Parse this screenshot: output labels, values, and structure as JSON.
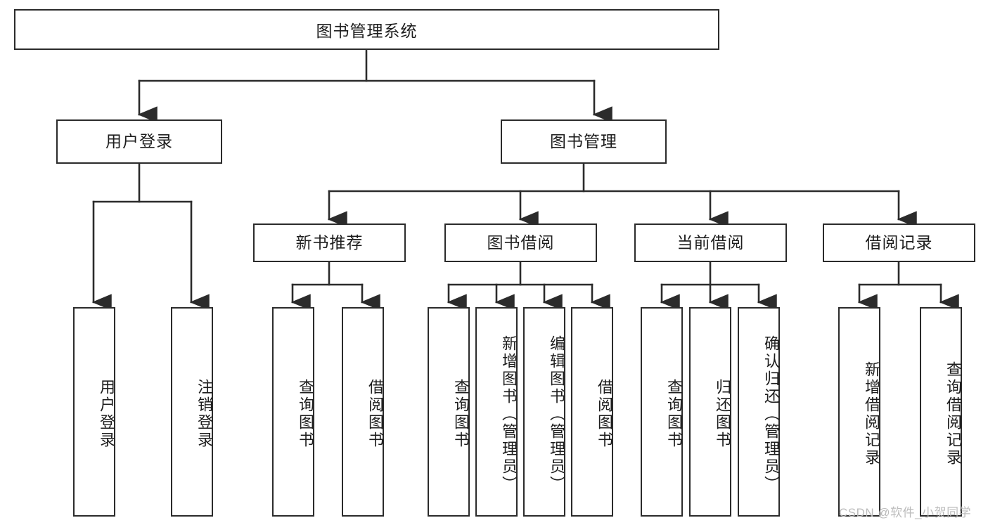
{
  "diagram": {
    "type": "tree",
    "title": "图书管理系统",
    "root": {
      "label": "图书管理系统"
    },
    "level1": [
      {
        "label": "用户登录"
      },
      {
        "label": "图书管理"
      }
    ],
    "level2": [
      {
        "label": "新书推荐"
      },
      {
        "label": "图书借阅"
      },
      {
        "label": "当前借阅"
      },
      {
        "label": "借阅记录"
      }
    ],
    "leaves": {
      "user_login": [
        {
          "label": "用户登录"
        },
        {
          "label": "注销登录"
        }
      ],
      "new_book_recommend": [
        {
          "label": "查询图书"
        },
        {
          "label": "借阅图书"
        }
      ],
      "book_borrow": [
        {
          "label": "查询图书"
        },
        {
          "label": "新增图书（管理员）"
        },
        {
          "label": "编辑图书（管理员）"
        },
        {
          "label": "借阅图书"
        }
      ],
      "current_borrow": [
        {
          "label": "查询图书"
        },
        {
          "label": "归还图书"
        },
        {
          "label": "确认归还（管理员）"
        }
      ],
      "borrow_record": [
        {
          "label": "新增借阅记录"
        },
        {
          "label": "查询借阅记录"
        }
      ]
    }
  },
  "watermark": {
    "text": "CSDN @软件_小贺同学"
  },
  "colors": {
    "stroke": "#2b2b2b",
    "text": "#1d1d1d",
    "background": "#ffffff",
    "watermark": "#b9b9b9"
  }
}
